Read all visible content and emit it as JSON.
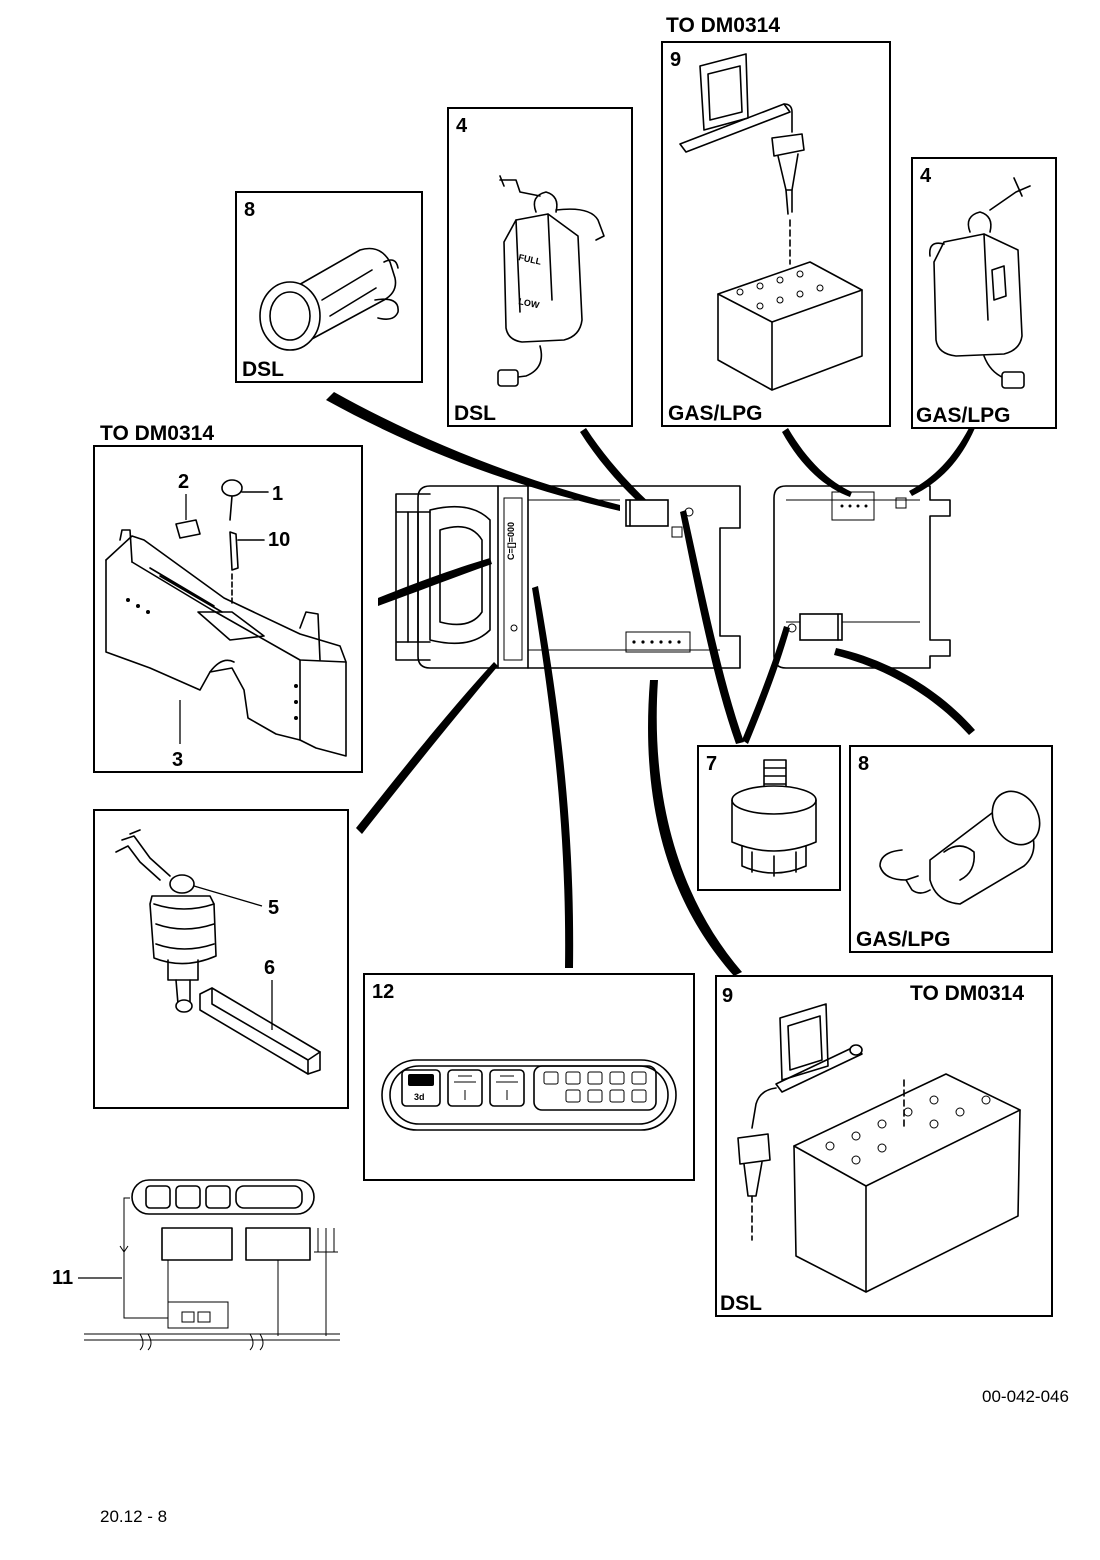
{
  "header": {
    "top_ref": "TO DM0314"
  },
  "panels": {
    "p8_dsl": {
      "callout": "8",
      "variant": "DSL"
    },
    "p4_dsl": {
      "callout": "4",
      "variant": "DSL",
      "tank_full": "FULL",
      "tank_low": "LOW"
    },
    "p9_gas": {
      "callout": "9",
      "variant": "GAS/LPG"
    },
    "p4_gas": {
      "callout": "4",
      "variant": "GAS/LPG"
    },
    "p_frame": {
      "ref": "TO DM0314",
      "callouts": [
        "2",
        "1",
        "10",
        "3"
      ]
    },
    "p7": {
      "callout": "7"
    },
    "p8_gas": {
      "callout": "8",
      "variant": "GAS/LPG"
    },
    "p_filter": {
      "callouts": [
        "5",
        "6"
      ]
    },
    "p12": {
      "callout": "12"
    },
    "p9_dsl": {
      "callout": "9",
      "ref": "TO DM0314",
      "variant": "DSL"
    },
    "schematic": {
      "callout": "11"
    }
  },
  "footer": {
    "figure_id": "00-042-046",
    "page_number": "20.12 - 8"
  }
}
